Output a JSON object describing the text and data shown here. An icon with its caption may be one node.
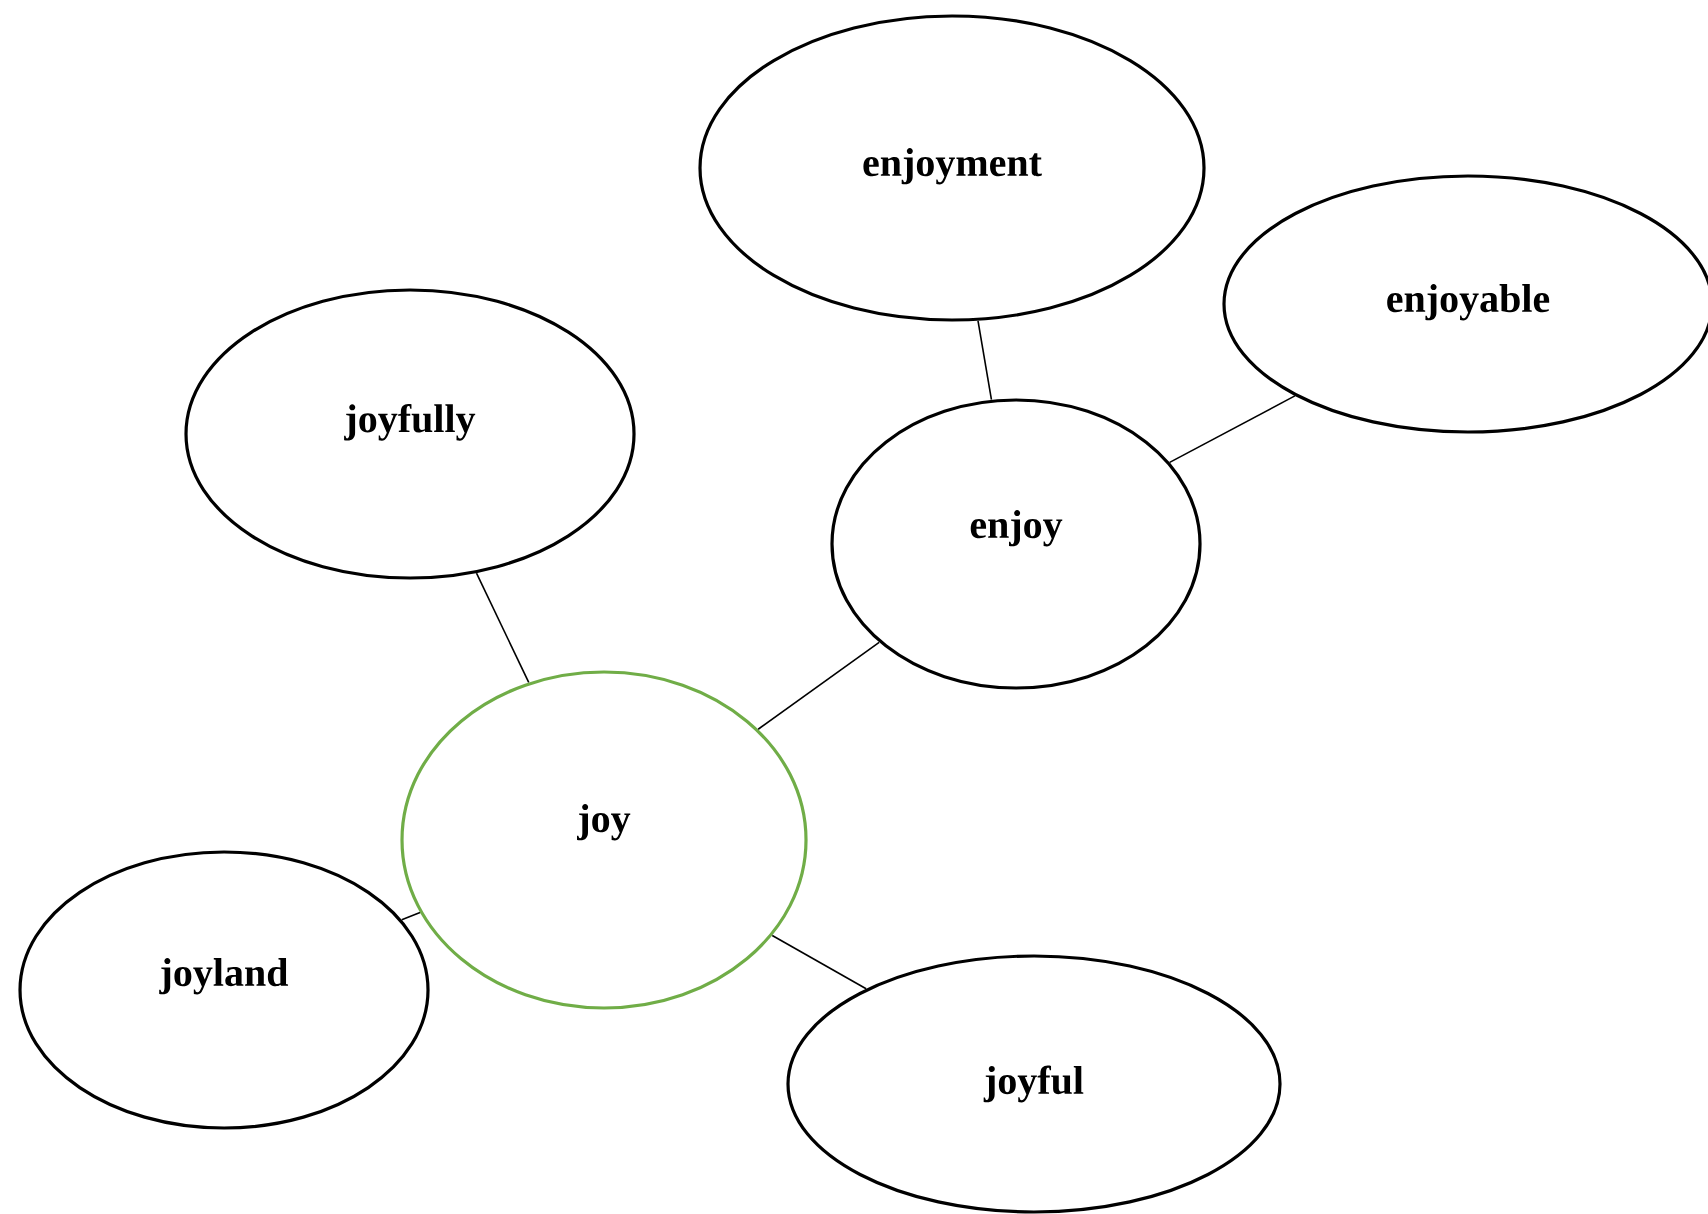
{
  "diagram": {
    "nodes": [
      {
        "text": [
          "enjoyment"
        ]
      },
      {
        "text": [
          "enjoyable"
        ]
      },
      {
        "text": [
          "joyfully"
        ]
      },
      {
        "text": [
          "enjoy"
        ]
      },
      {
        "text": [
          "joy"
        ]
      },
      {
        "text": [
          "joyland"
        ]
      },
      {
        "text": [
          "joyful"
        ]
      }
    ],
    "edges": [
      {
        "from": 4,
        "to": 3,
        "arrow": "none"
      },
      {
        "from": 3,
        "to": 0,
        "arrow": "none"
      },
      {
        "from": 3,
        "to": 1,
        "arrow": "none"
      },
      {
        "from": 4,
        "to": 2,
        "arrow": "none"
      },
      {
        "from": 4,
        "to": 5,
        "arrow": "none"
      },
      {
        "from": 4,
        "to": 6,
        "arrow": "none"
      }
    ]
  }
}
